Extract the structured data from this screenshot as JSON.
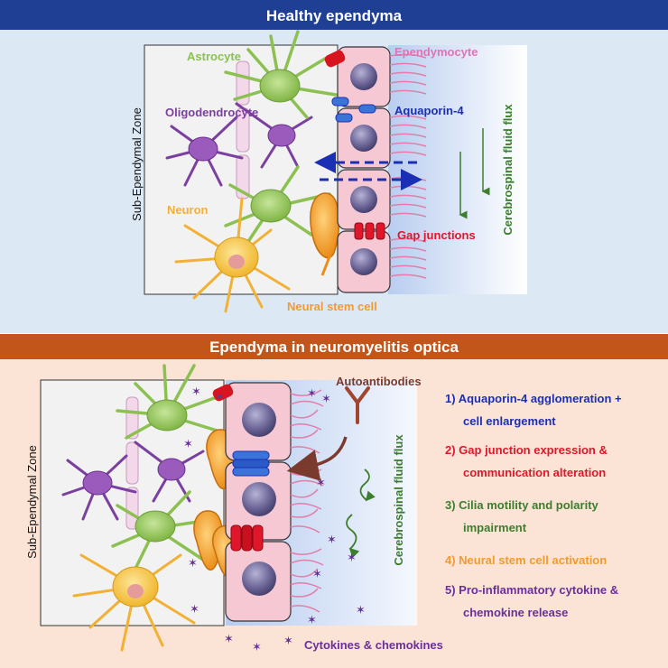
{
  "colors": {
    "header_top": "#1f3f95",
    "header_bottom": "#c2561a",
    "panel_top": "#dce8f4",
    "panel_bottom": "#fbe4d5",
    "astrocyte": "#8cc152",
    "oligodendrocyte": "#7b3fa0",
    "neuron": "#f2b134",
    "ependymocyte": "#e770b5",
    "aquaporin": "#1b2fb5",
    "gap_junction": "#e0162b",
    "csf": "#3c7d2e",
    "stem_cell": "#f39a2f",
    "autoantibody": "#7a3b2e",
    "cytokine": "#6a2f9a"
  },
  "top": {
    "title": "Healthy ependyma",
    "zone_label": "Sub-Ependymal Zone",
    "labels": {
      "astrocyte": "Astrocyte",
      "oligodendrocyte": "Oligodendrocyte",
      "neuron": "Neuron",
      "ependymocyte": "Ependymocyte",
      "aquaporin": "Aquaporin-4",
      "gap_junctions": "Gap junctions",
      "csf_flux": "Cerebrospinal fluid flux",
      "stem_cell": "Neural stem cell"
    }
  },
  "bottom": {
    "title": "Ependyma in neuromyelitis optica",
    "zone_label": "Sub-Ependymal Zone",
    "autoantibodies": "Autoantibodies",
    "csf_flux": "Cerebrospinal fluid flux",
    "cytokines": "Cytokines & chemokines",
    "list": [
      {
        "line1": "1)  Aquaporin-4 agglomeration +",
        "line2": "cell enlargement"
      },
      {
        "line1": "2)  Gap junction expression &",
        "line2": "communication alteration"
      },
      {
        "line1": "3)  Cilia motility and polarity",
        "line2": "impairment"
      },
      {
        "line1": "4)  Neural stem cell activation",
        "line2": ""
      },
      {
        "line1": "5)  Pro-inflammatory cytokine &",
        "line2": "chemokine release"
      }
    ]
  }
}
